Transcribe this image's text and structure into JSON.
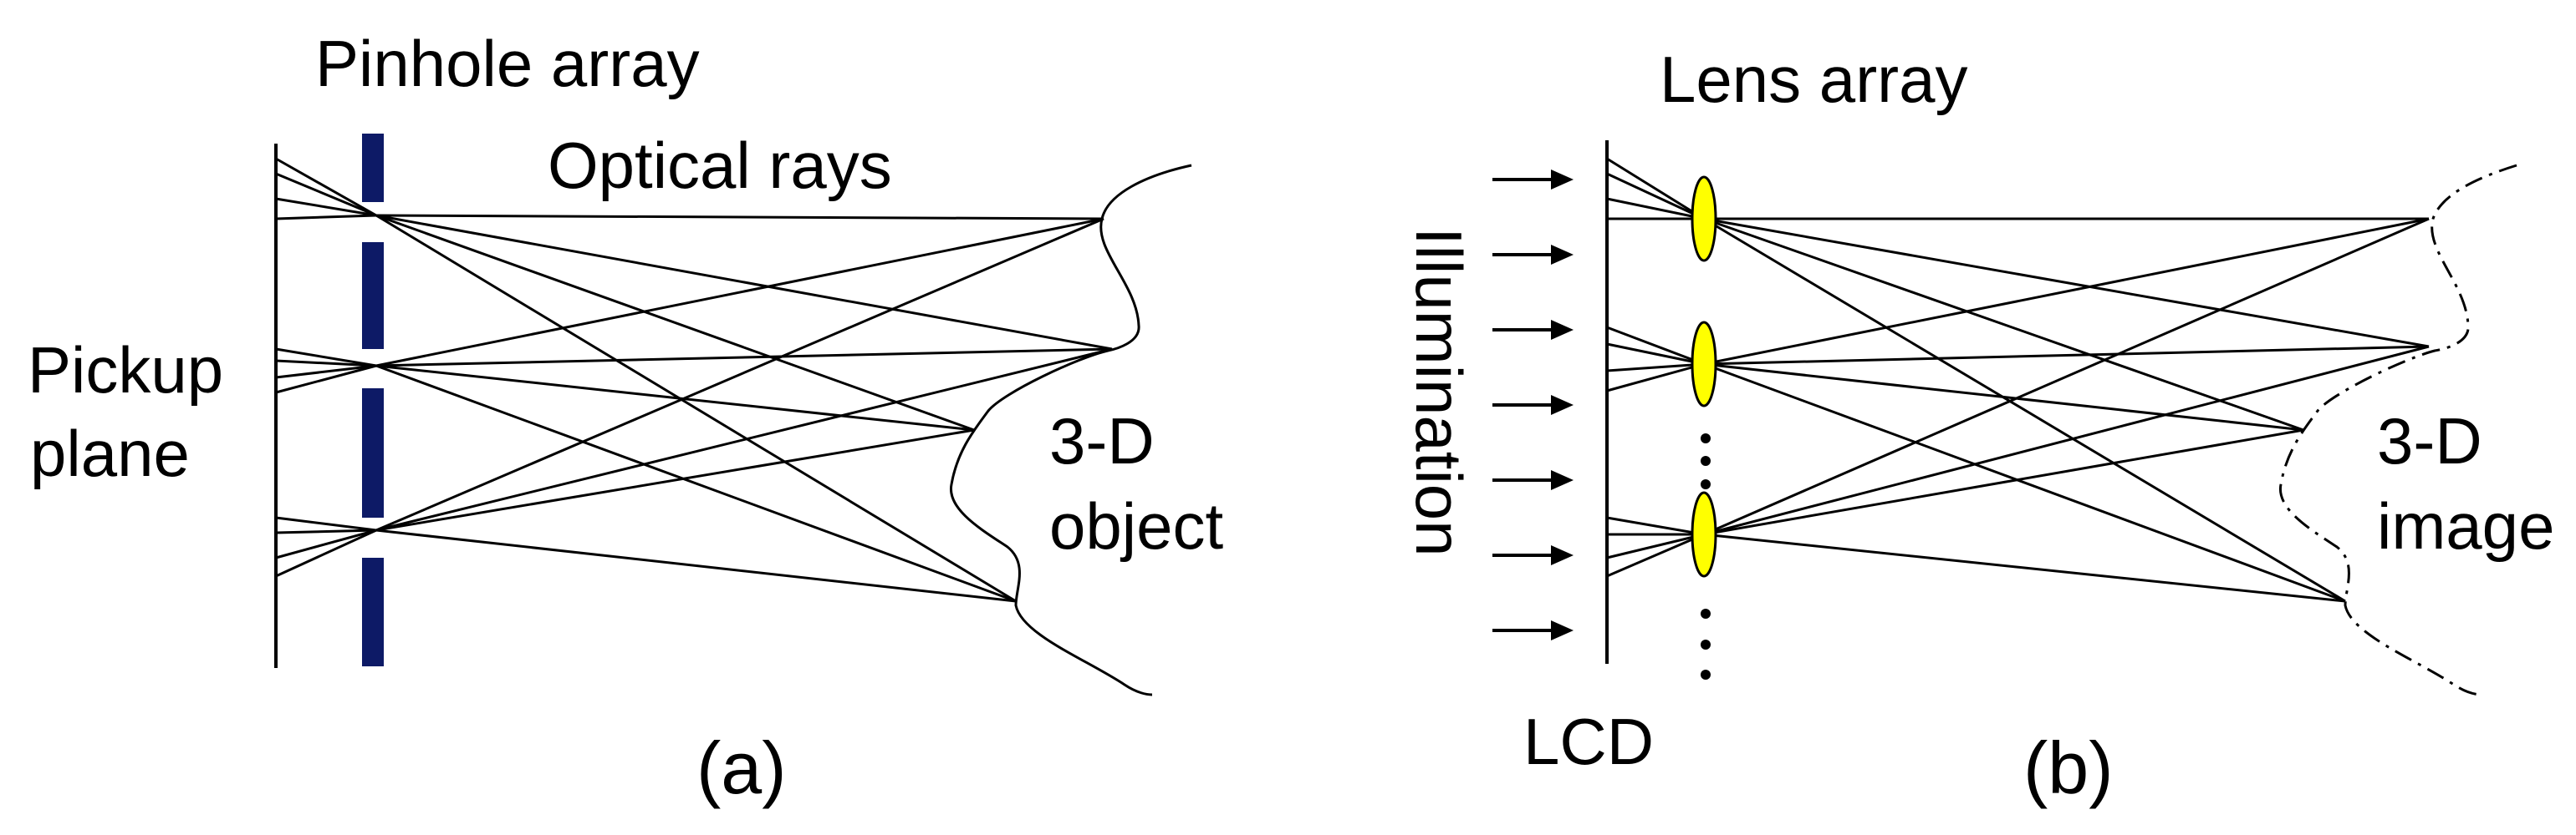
{
  "panel_a": {
    "title": "Pinhole array",
    "rays_label": "Optical rays",
    "plane_label_line1": "Pickup",
    "plane_label_line2": "plane",
    "object_label_line1": "3-D",
    "object_label_line2": "object",
    "caption": "(a)"
  },
  "panel_b": {
    "title": "Lens array",
    "illumination_label": "Illumination",
    "lcd_label": "LCD",
    "image_label_line1": "3-D",
    "image_label_line2": "image",
    "caption": "(b)"
  },
  "colors": {
    "pinhole": "#0d1a66",
    "lens": "#ffff00",
    "ink": "#000000"
  }
}
